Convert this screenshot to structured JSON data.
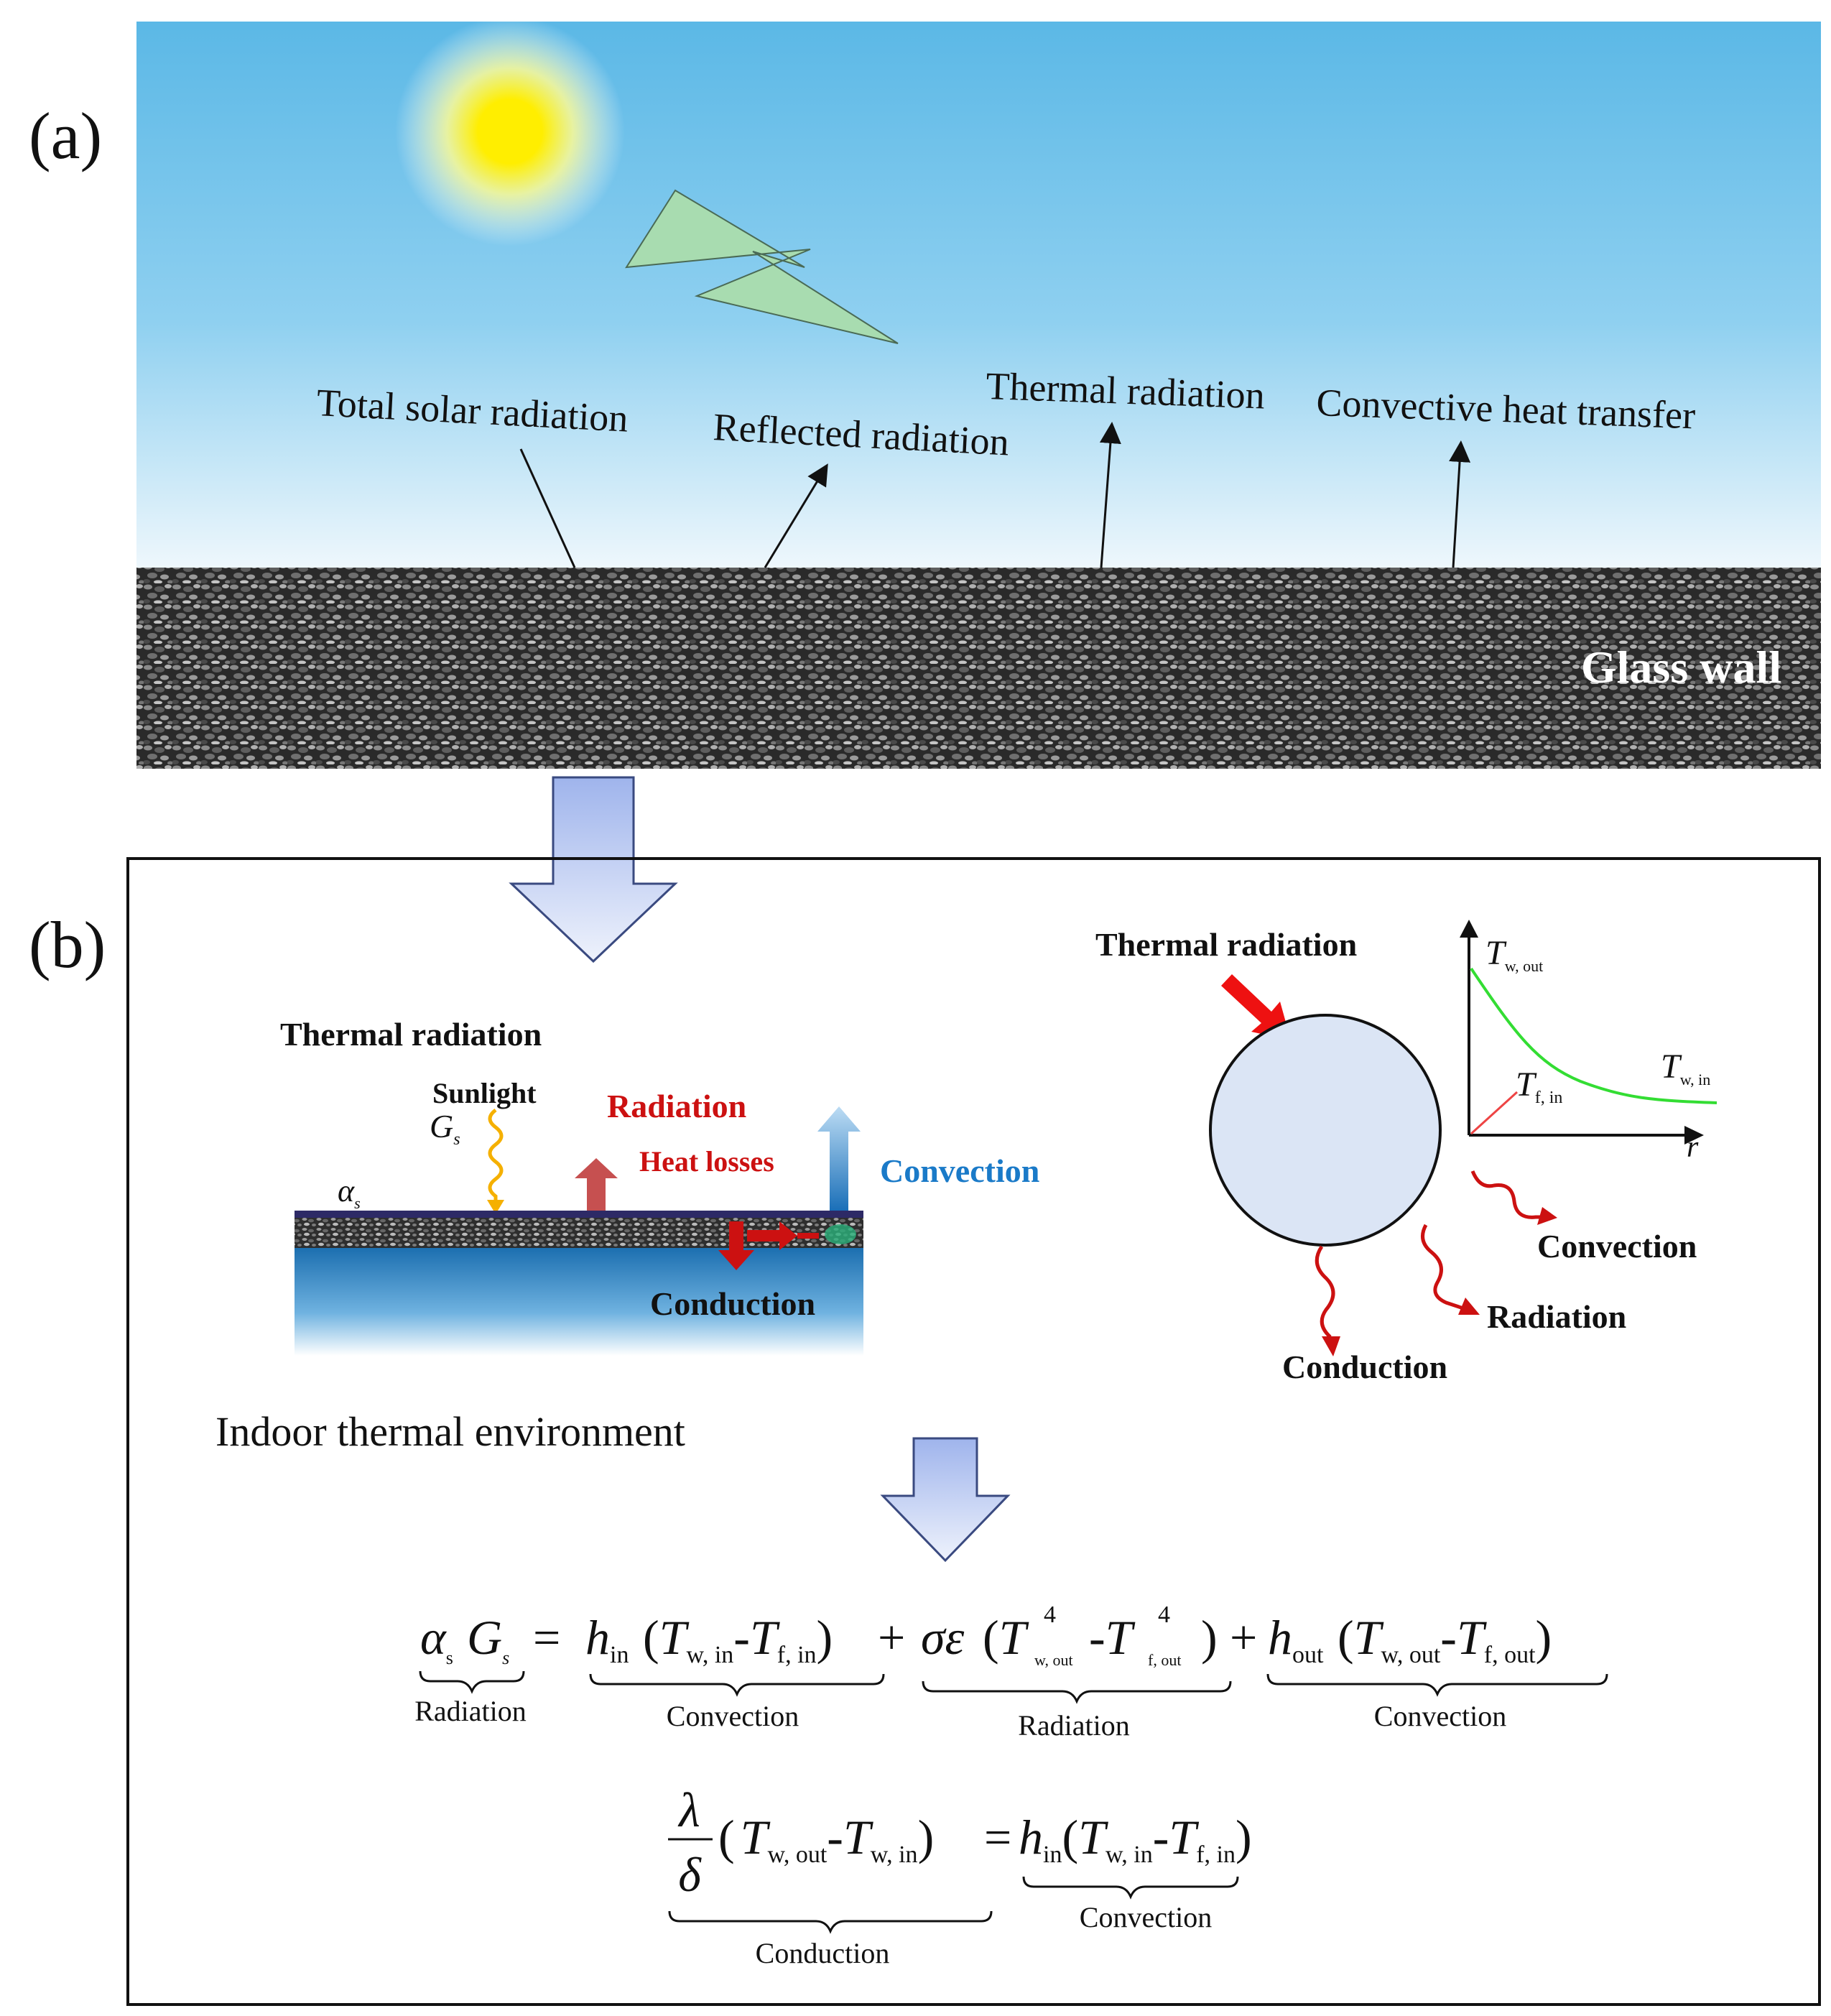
{
  "panel_a": {
    "label": "(a)",
    "annotations": {
      "total_solar": "Total solar radiation",
      "reflected": "Reflected radiation",
      "thermal": "Thermal radiation",
      "convective": "Convective heat transfer"
    },
    "wall_label": "Glass wall"
  },
  "panel_b": {
    "label": "(b)",
    "left": {
      "thermal_radiation": "Thermal radiation",
      "sunlight": "Sunlight",
      "gs_symbol": "G",
      "gs_sub": "s",
      "alpha_symbol": "α",
      "alpha_sub": "s",
      "radiation": "Radiation",
      "heat_losses": "Heat losses",
      "convection": "Convection",
      "conduction": "Conduction"
    },
    "caption": "Indoor thermal environment",
    "right": {
      "thermal_radiation": "Thermal radiation",
      "t_w_out": "T",
      "t_w_out_sub": "w, out",
      "t_f_in": "T",
      "t_f_in_sub": "f, in",
      "t_w_in": "T",
      "t_w_in_sub": "w, in",
      "r_axis": "r",
      "convection": "Convection",
      "radiation": "Radiation",
      "conduction": "Conduction"
    },
    "eq1": {
      "lhs_alpha": "α",
      "lhs_alpha_sub": "s",
      "lhs_g": "G",
      "lhs_g_sub": "s",
      "equals": "=",
      "h_in": "h",
      "h_in_sub": "in",
      "term1_open": "(",
      "t": "T",
      "w_in": "w, in",
      "minus": "-",
      "f_in": "f, in",
      "close": ")",
      "plus": "+",
      "sigma_eps": "σε",
      "w_out_small": "w, out",
      "f_out_small": "f, out",
      "power": "4",
      "h_out": "h",
      "h_out_sub": "out",
      "w_out": "w, out",
      "f_out": "f, out",
      "brace_radiation_lhs": "Radiation",
      "brace_convection_1": "Convection",
      "brace_radiation_2": "Radiation",
      "brace_convection_2": "Convection"
    },
    "eq2": {
      "lambda": "λ",
      "delta": "δ",
      "w_out": "w, out",
      "w_in": "w, in",
      "f_in": "f, in",
      "h_in_sub": "in",
      "brace_conduction": "Conduction",
      "brace_convection": "Convection"
    }
  },
  "colors": {
    "sky_top": "#5bb8e6",
    "sky_bottom": "#eaf5fb",
    "sun": "#ffee00",
    "lightning": "#a8dcb0",
    "radiation_red": "#cc1111",
    "convection_blue": "#1a7ac8",
    "arrow_fill": "#b8c8f0",
    "circle_fill": "#dbe5f5",
    "curve_green": "#33dd33",
    "sunlight_orange": "#f5b000"
  }
}
